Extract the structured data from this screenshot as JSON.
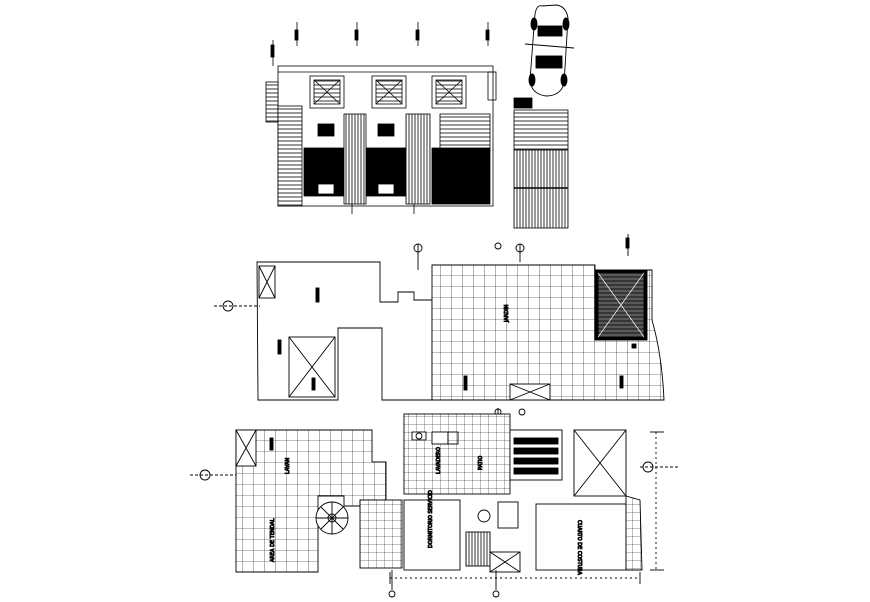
{
  "drawing": {
    "background": "#ffffff",
    "ink": "#000000",
    "labels": {
      "upper_plan_room": "JARDIN",
      "lower_left_room_a": "AREA DE TENDAL",
      "lower_left_room_b": "LAVAN",
      "lower_mid_room_a": "LAVADERO",
      "lower_mid_room_b": "PATIO",
      "lower_mid_room_c": "DORMITORIO SERVICIO",
      "lower_right_room": "CUARTO DE COSTURA"
    },
    "icons": [
      "north-arrow-icon",
      "section-marker-icon",
      "car-icon",
      "spiral-stair-icon"
    ]
  }
}
